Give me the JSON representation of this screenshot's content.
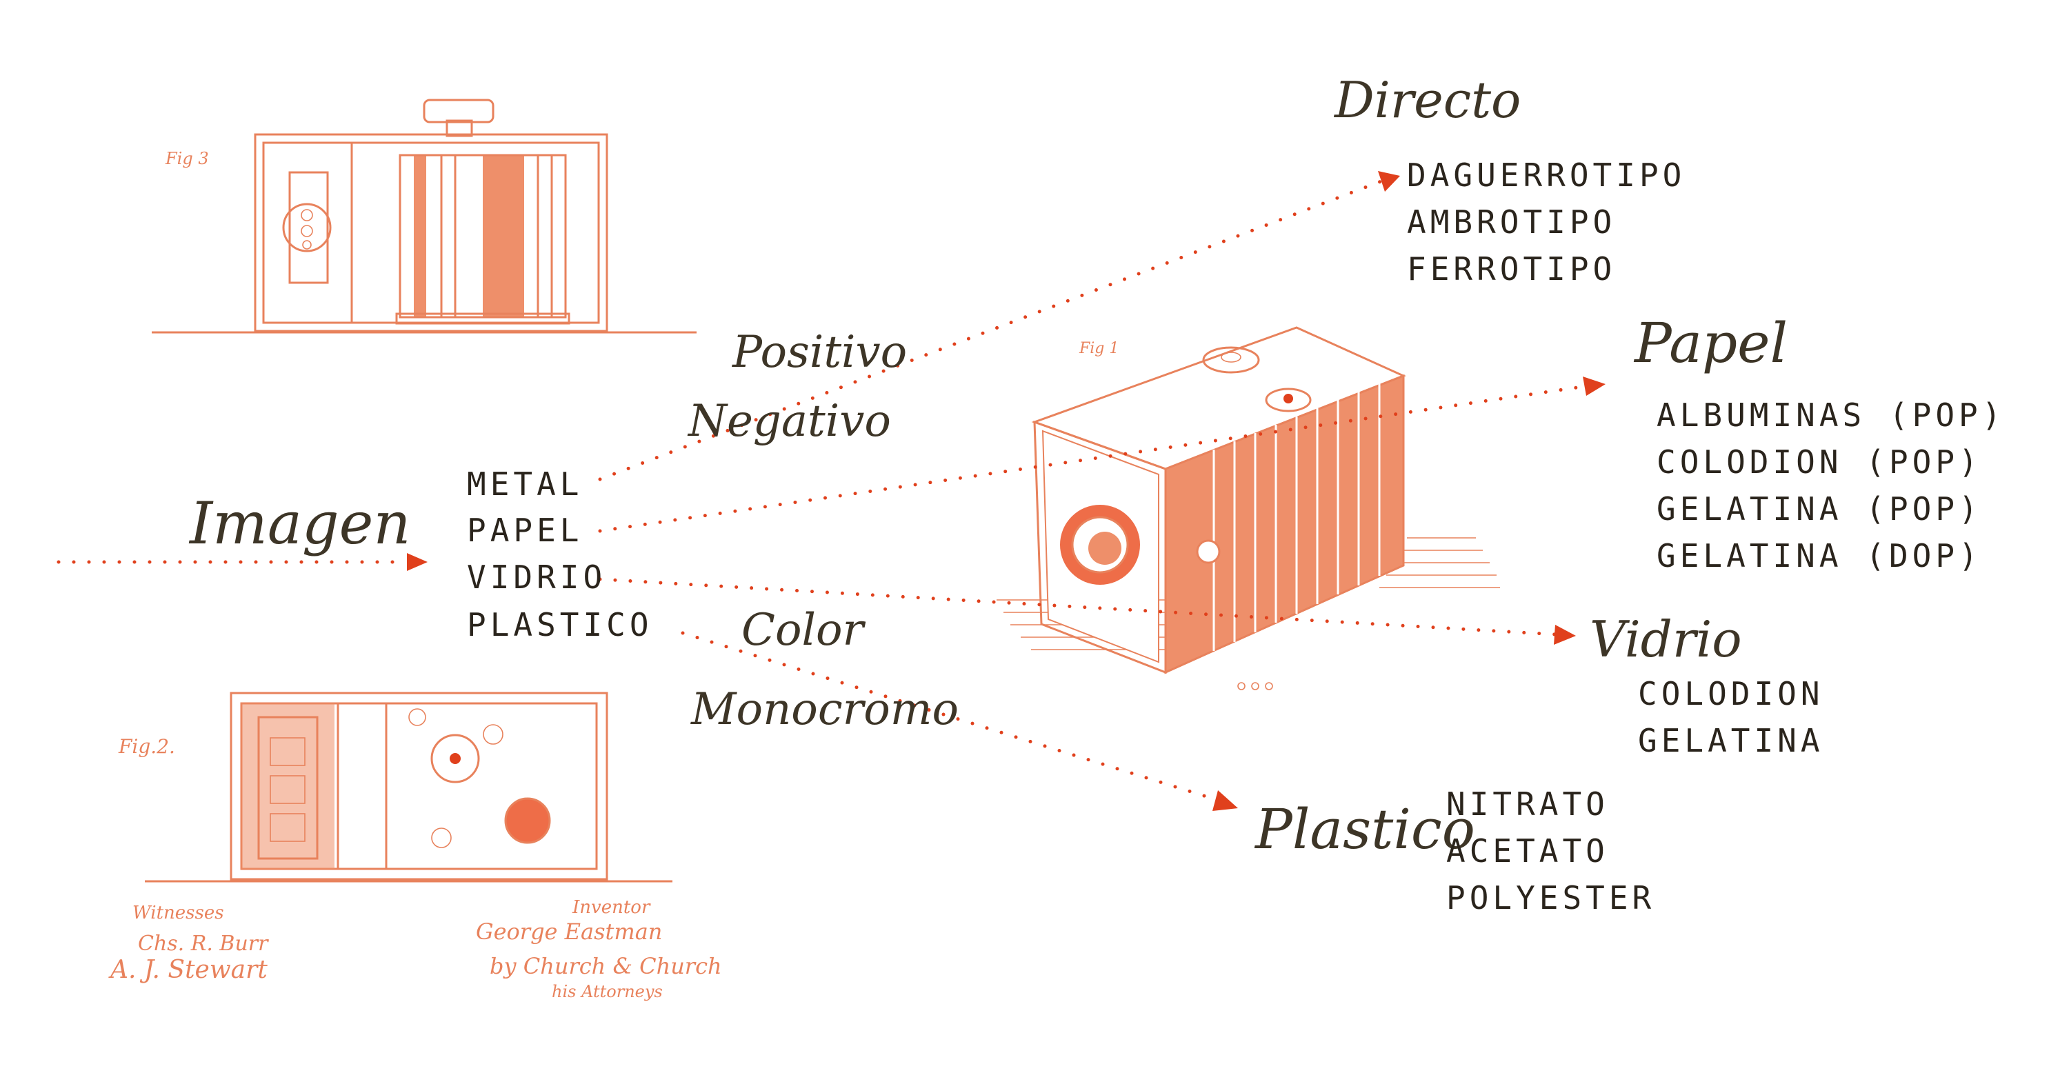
{
  "diagram": {
    "root": {
      "label": "Imagen"
    },
    "materials": [
      {
        "label": "METAL"
      },
      {
        "label": "PAPEL"
      },
      {
        "label": "VIDRIO"
      },
      {
        "label": "PLASTICO"
      }
    ],
    "annotations": {
      "tone_top": "Positivo",
      "tone_bottom": "Negativo",
      "color_top": "Color",
      "color_bottom": "Monocromo"
    },
    "branches": {
      "directo": {
        "title": "Directo",
        "items": [
          "DAGUERROTIPO",
          "AMBROTIPO",
          "FERROTIPO"
        ]
      },
      "papel": {
        "title": "Papel",
        "items": [
          "ALBUMINAS (POP)",
          "COLODION (POP)",
          "GELATINA (POP)",
          "GELATINA (DOP)"
        ]
      },
      "vidrio": {
        "title": "Vidrio",
        "items": [
          "COLODION",
          "GELATINA"
        ]
      },
      "plastico": {
        "title": "Plastico",
        "items": [
          "NITRATO",
          "ACETATO",
          "POLYESTER"
        ]
      }
    },
    "illustration": {
      "fig3_label": "Fig 3",
      "fig2_label": "Fig.2.",
      "fig1_label": "Fig 1",
      "witnesses_title": "Witnesses",
      "witness_1": "Chs. R. Burr",
      "witness_2": "A. J. Stewart",
      "inventor_title": "Inventor",
      "inventor_name": "George Eastman",
      "attorney_line": "by Church & Church",
      "attorneys": "his Attorneys"
    },
    "colors": {
      "ink": "#e8825c",
      "connector": "#e0401c",
      "text": "#2a241c",
      "script": "#3d3527"
    }
  }
}
